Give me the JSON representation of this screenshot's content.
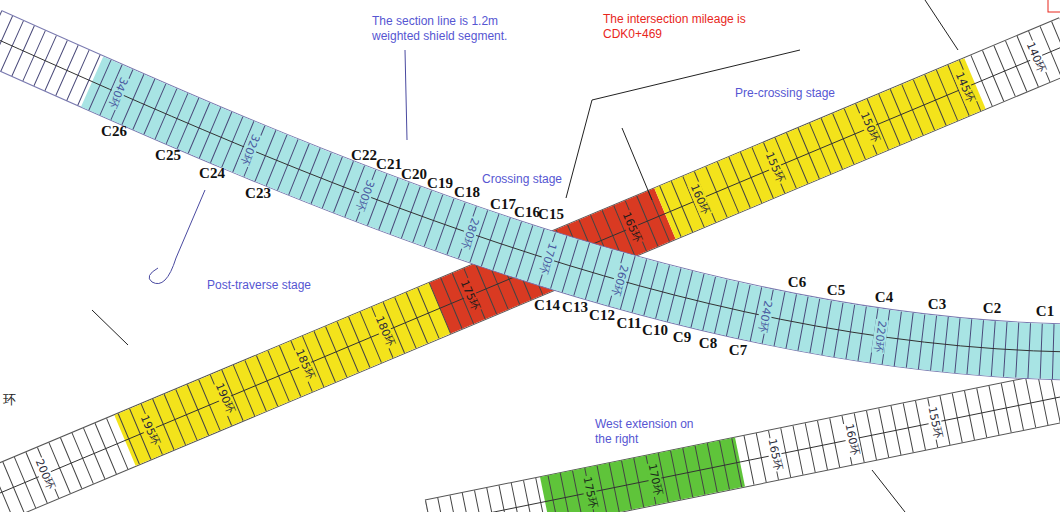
{
  "diagram": {
    "labels": [
      "The section line is 1.2m weighted shield segment.",
      "The intersection mileage is CDK0+469",
      "Pre-crossing stage",
      "Crossing stage",
      "Post-traverse stage",
      "West extension on the right",
      "C1",
      "C2",
      "C3",
      "C4",
      "C5",
      "C6",
      "C7",
      "C8",
      "C9",
      "C10",
      "C11",
      "C12",
      "C13",
      "C14",
      "C15",
      "C16",
      "C17",
      "C18",
      "C19",
      "C20",
      "C21",
      "C22",
      "C23",
      "C24",
      "C25",
      "C26",
      "140环",
      "145环",
      "150环",
      "155环",
      "160环",
      "165环",
      "170环",
      "175环",
      "180环",
      "185环",
      "190环",
      "195环",
      "200环",
      "220环",
      "240环",
      "260环",
      "280环",
      "300环",
      "320环",
      "340环",
      "155环",
      "160环",
      "165环",
      "170环",
      "175环",
      "环"
    ]
  }
}
